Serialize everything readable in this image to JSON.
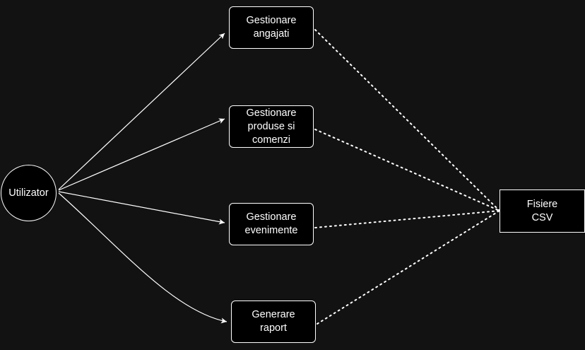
{
  "diagram": {
    "actor": {
      "label": "Utilizator"
    },
    "use_cases": [
      {
        "id": "uc1",
        "label": "Gestionare\nangajati"
      },
      {
        "id": "uc2",
        "label": "Gestionare\nproduse si\ncomenzi"
      },
      {
        "id": "uc3",
        "label": "Gestionare\nevenimente"
      },
      {
        "id": "uc4",
        "label": "Generare\nraport"
      }
    ],
    "data_store": {
      "label": "Fisiere\nCSV"
    },
    "colors": {
      "background": "#121212",
      "node_fill": "#000000",
      "stroke": "#ffffff",
      "text": "#ffffff"
    }
  }
}
